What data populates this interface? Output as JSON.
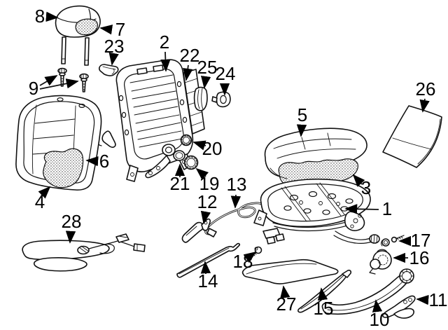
{
  "diagram": {
    "kind": "exploded-parts-diagram",
    "background_color": "#ffffff",
    "line_color": "#111111",
    "callouts": [
      "1",
      "2",
      "3",
      "4",
      "5",
      "6",
      "7",
      "8",
      "9",
      "10",
      "11",
      "12",
      "13",
      "14",
      "15",
      "16",
      "17",
      "18",
      "19",
      "20",
      "21",
      "22",
      "23",
      "24",
      "25",
      "26",
      "27",
      "28"
    ]
  }
}
